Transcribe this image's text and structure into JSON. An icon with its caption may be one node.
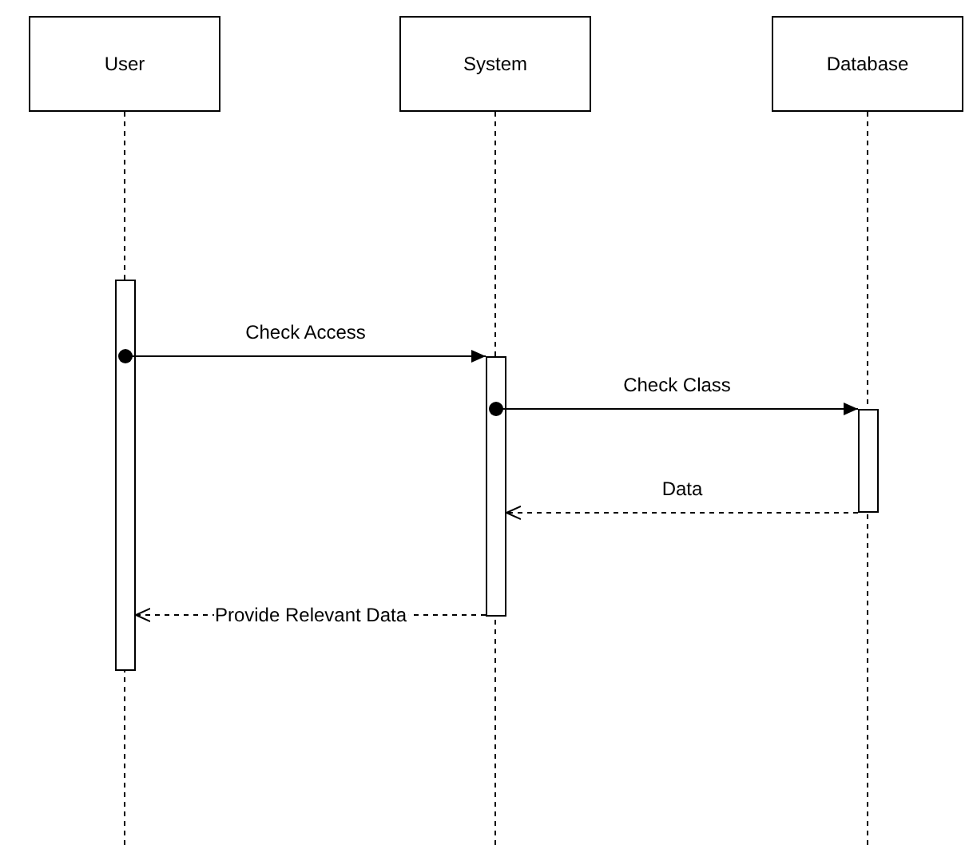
{
  "diagram": {
    "nodes": [
      {
        "text": [
          "User"
        ]
      },
      {
        "text": [
          "System"
        ]
      },
      {
        "text": [
          "Database"
        ]
      },
      {
        "text": [],
        "shape": "bar"
      },
      {
        "text": [],
        "shape": "bar"
      },
      {
        "text": [],
        "shape": "bar"
      }
    ],
    "edges": [
      {
        "from": 3,
        "to": 4,
        "arrow": "to",
        "label": "Check Access"
      },
      {
        "from": 4,
        "to": 5,
        "arrow": "to",
        "label": "Check Class"
      },
      {
        "from": 5,
        "to": 4,
        "arrow": "to",
        "label": "Data",
        "style": "dashed"
      },
      {
        "from": 4,
        "to": 3,
        "arrow": "to",
        "label": "Provide Relevant Data",
        "style": "dashed"
      }
    ]
  }
}
